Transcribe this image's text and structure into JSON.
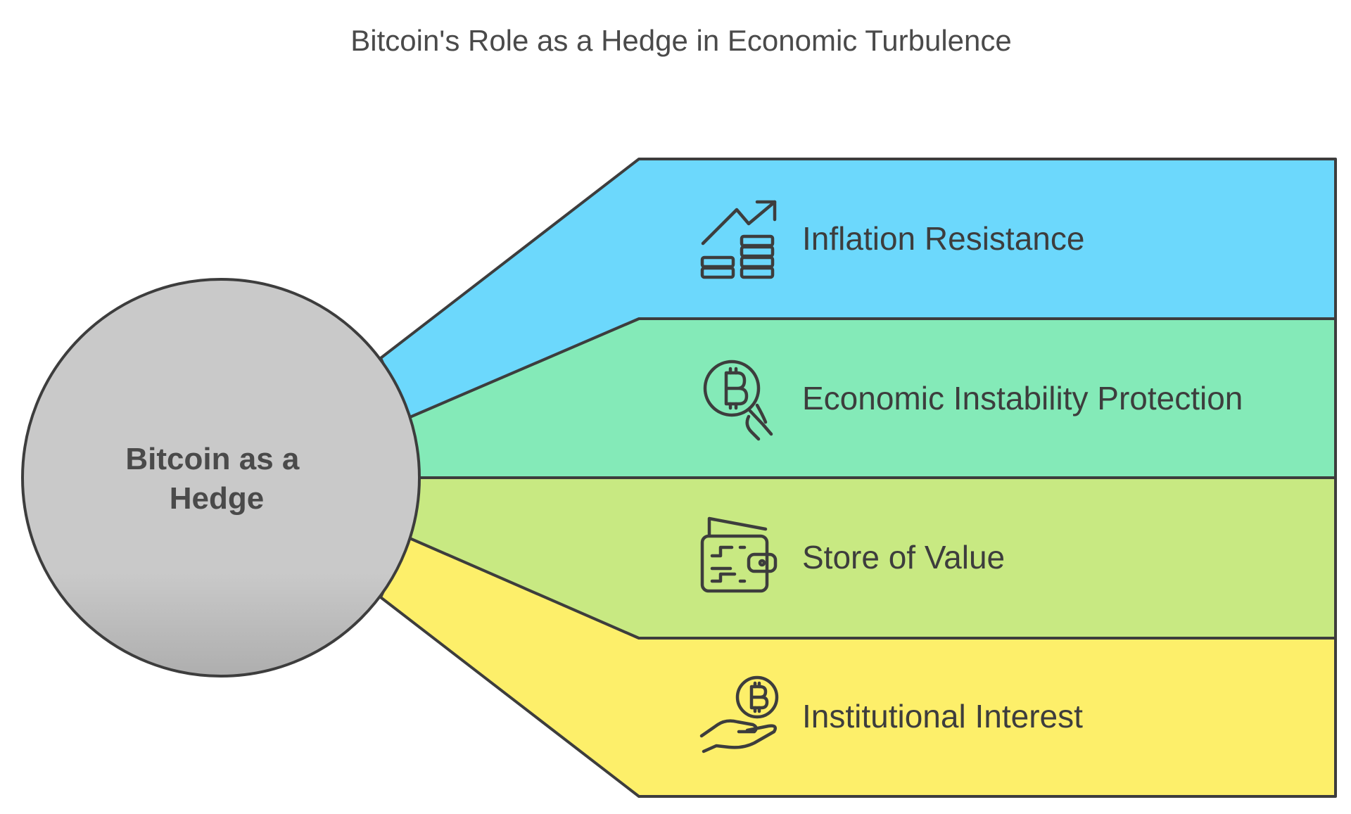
{
  "title": "Bitcoin's Role as a Hedge in Economic Turbulence",
  "hub": {
    "lines": [
      "Bitcoin as a",
      "Hedge"
    ],
    "color": "#c9c9c9",
    "color_dark": "#aeaeae"
  },
  "branches": [
    {
      "label": "Inflation Resistance",
      "icon": "growth-chart-coins-icon",
      "color": "#6cd8fc"
    },
    {
      "label": "Economic Instability Protection",
      "icon": "bitcoin-magnifier-icon",
      "color": "#84eab8"
    },
    {
      "label": "Store of Value",
      "icon": "crypto-wallet-icon",
      "color": "#c8e982"
    },
    {
      "label": "Institutional Interest",
      "icon": "hand-bitcoin-icon",
      "color": "#fdef6a"
    }
  ],
  "outline_color": "#3d3d3d"
}
